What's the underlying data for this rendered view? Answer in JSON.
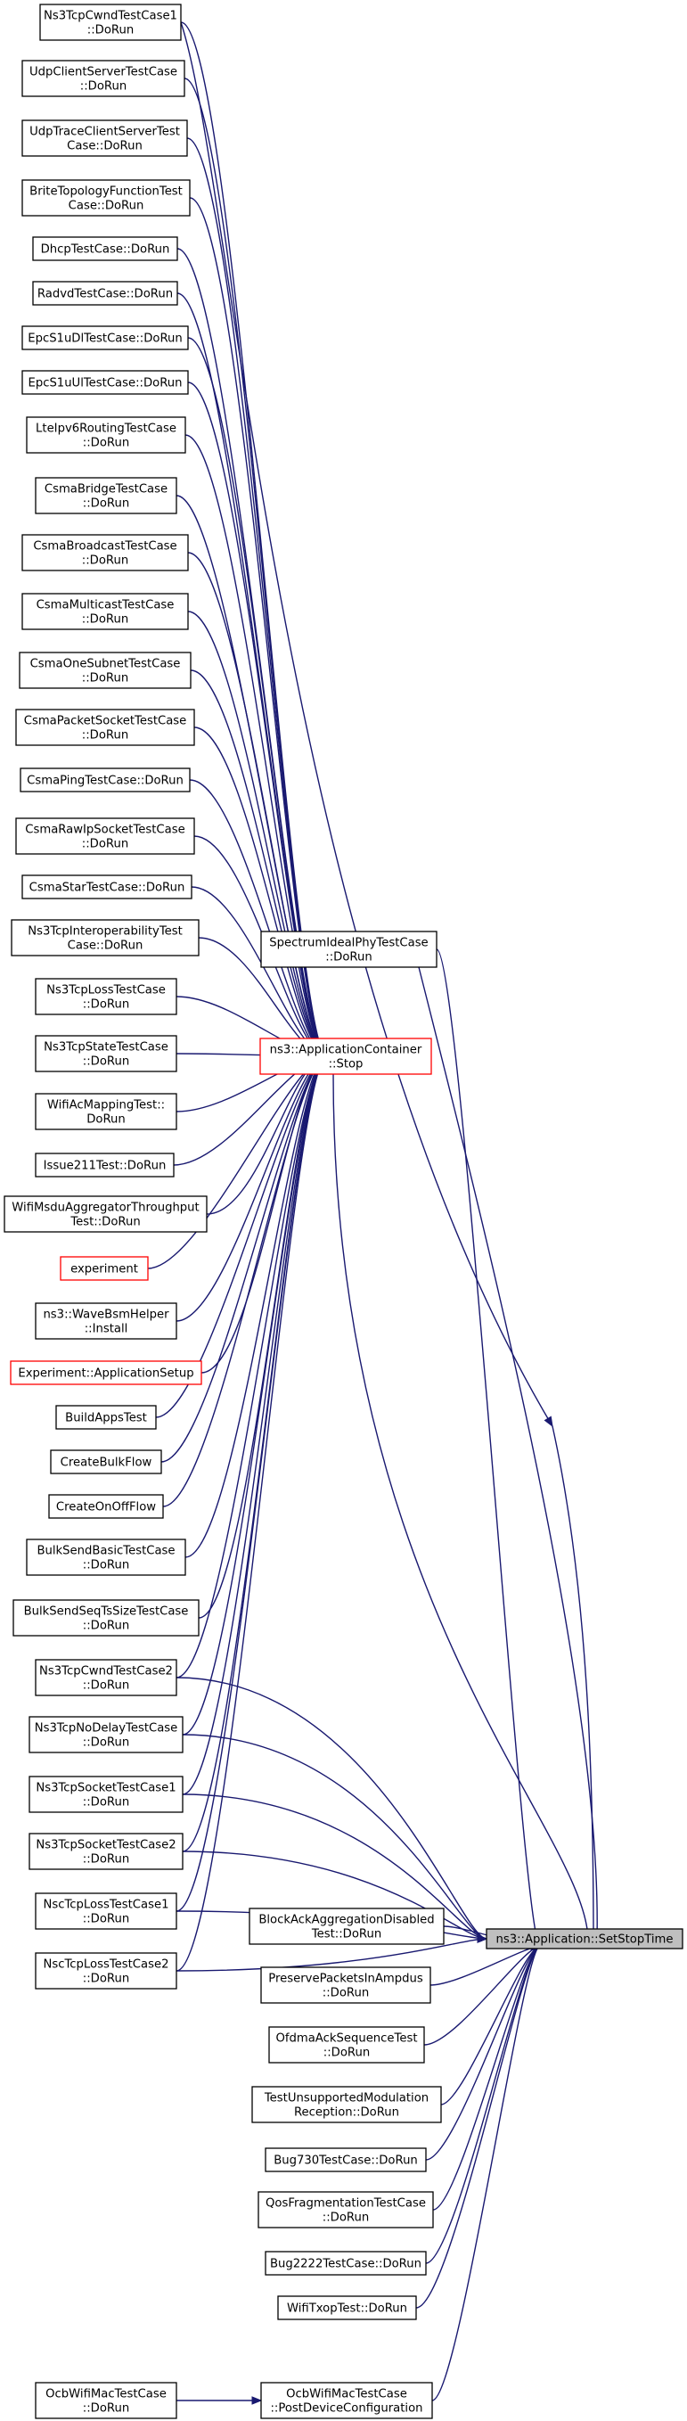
{
  "graph": {
    "target": "ns3::Application::SetStopTime",
    "colors": {
      "edge": "#191970",
      "node_border": "#000000",
      "highlight_border": "#ff0000",
      "target_fill": "#bfbfbf",
      "background": "#ffffff"
    },
    "nodes": [
      {
        "id": "n01",
        "lines": [
          "Ns3TcpCwndTestCase1",
          "::DoRun"
        ]
      },
      {
        "id": "n02",
        "lines": [
          "UdpClientServerTestCase",
          "::DoRun"
        ]
      },
      {
        "id": "n03",
        "lines": [
          "UdpTraceClientServerTest",
          "Case::DoRun"
        ]
      },
      {
        "id": "n04",
        "lines": [
          "BriteTopologyFunctionTest",
          "Case::DoRun"
        ]
      },
      {
        "id": "n05",
        "lines": [
          "DhcpTestCase::DoRun"
        ]
      },
      {
        "id": "n06",
        "lines": [
          "RadvdTestCase::DoRun"
        ]
      },
      {
        "id": "n07",
        "lines": [
          "EpcS1uDlTestCase::DoRun"
        ]
      },
      {
        "id": "n08",
        "lines": [
          "EpcS1uUlTestCase::DoRun"
        ]
      },
      {
        "id": "n09",
        "lines": [
          "LteIpv6RoutingTestCase",
          "::DoRun"
        ]
      },
      {
        "id": "n10",
        "lines": [
          "CsmaBridgeTestCase",
          "::DoRun"
        ]
      },
      {
        "id": "n11",
        "lines": [
          "CsmaBroadcastTestCase",
          "::DoRun"
        ]
      },
      {
        "id": "n12",
        "lines": [
          "CsmaMulticastTestCase",
          "::DoRun"
        ]
      },
      {
        "id": "n13",
        "lines": [
          "CsmaOneSubnetTestCase",
          "::DoRun"
        ]
      },
      {
        "id": "n14",
        "lines": [
          "CsmaPacketSocketTestCase",
          "::DoRun"
        ]
      },
      {
        "id": "n15",
        "lines": [
          "CsmaPingTestCase::DoRun"
        ]
      },
      {
        "id": "n16",
        "lines": [
          "CsmaRawIpSocketTestCase",
          "::DoRun"
        ]
      },
      {
        "id": "n17",
        "lines": [
          "CsmaStarTestCase::DoRun"
        ]
      },
      {
        "id": "n18",
        "lines": [
          "Ns3TcpInteroperabilityTest",
          "Case::DoRun"
        ]
      },
      {
        "id": "n19",
        "lines": [
          "Ns3TcpLossTestCase",
          "::DoRun"
        ]
      },
      {
        "id": "n20",
        "lines": [
          "Ns3TcpStateTestCase",
          "::DoRun"
        ]
      },
      {
        "id": "n21",
        "lines": [
          "WifiAcMappingTest::",
          "DoRun"
        ]
      },
      {
        "id": "n22",
        "lines": [
          "Issue211Test::DoRun"
        ]
      },
      {
        "id": "n23",
        "lines": [
          "WifiMsduAggregatorThroughput",
          "Test::DoRun"
        ]
      },
      {
        "id": "n24",
        "lines": [
          "experiment"
        ]
      },
      {
        "id": "n25",
        "lines": [
          "ns3::WaveBsmHelper",
          "::Install"
        ]
      },
      {
        "id": "n26",
        "lines": [
          "Experiment::ApplicationSetup"
        ]
      },
      {
        "id": "n27",
        "lines": [
          "BuildAppsTest"
        ]
      },
      {
        "id": "n28",
        "lines": [
          "CreateBulkFlow"
        ]
      },
      {
        "id": "n29",
        "lines": [
          "CreateOnOffFlow"
        ]
      },
      {
        "id": "n30",
        "lines": [
          "BulkSendBasicTestCase",
          "::DoRun"
        ]
      },
      {
        "id": "n31",
        "lines": [
          "BulkSendSeqTsSizeTestCase",
          "::DoRun"
        ]
      },
      {
        "id": "n32",
        "lines": [
          "Ns3TcpCwndTestCase2",
          "::DoRun"
        ]
      },
      {
        "id": "n33",
        "lines": [
          "Ns3TcpNoDelayTestCase",
          "::DoRun"
        ]
      },
      {
        "id": "n34",
        "lines": [
          "Ns3TcpSocketTestCase1",
          "::DoRun"
        ]
      },
      {
        "id": "n35",
        "lines": [
          "Ns3TcpSocketTestCase2",
          "::DoRun"
        ]
      },
      {
        "id": "n36",
        "lines": [
          "NscTcpLossTestCase1",
          "::DoRun"
        ]
      },
      {
        "id": "n37",
        "lines": [
          "NscTcpLossTestCase2",
          "::DoRun"
        ]
      },
      {
        "id": "n38",
        "lines": [
          "OcbWifiMacTestCase",
          "::DoRun"
        ]
      },
      {
        "id": "m1",
        "lines": [
          "SpectrumIdealPhyTestCase",
          "::DoRun"
        ]
      },
      {
        "id": "m2",
        "lines": [
          "ns3::ApplicationContainer",
          "::Stop"
        ]
      },
      {
        "id": "m3",
        "lines": [
          "BlockAckAggregationDisabled",
          "Test::DoRun"
        ]
      },
      {
        "id": "m4",
        "lines": [
          "PreservePacketsInAmpdus",
          "::DoRun"
        ]
      },
      {
        "id": "m5",
        "lines": [
          "OfdmaAckSequenceTest",
          "::DoRun"
        ]
      },
      {
        "id": "m6",
        "lines": [
          "TestUnsupportedModulation",
          "Reception::DoRun"
        ]
      },
      {
        "id": "m7",
        "lines": [
          "Bug730TestCase::DoRun"
        ]
      },
      {
        "id": "m8",
        "lines": [
          "QosFragmentationTestCase",
          "::DoRun"
        ]
      },
      {
        "id": "m9",
        "lines": [
          "Bug2222TestCase::DoRun"
        ]
      },
      {
        "id": "m10",
        "lines": [
          "WifiTxopTest::DoRun"
        ]
      },
      {
        "id": "m11",
        "lines": [
          "OcbWifiMacTestCase",
          "::PostDeviceConfiguration"
        ]
      },
      {
        "id": "t",
        "lines": [
          "ns3::Application::SetStopTime"
        ]
      }
    ]
  }
}
